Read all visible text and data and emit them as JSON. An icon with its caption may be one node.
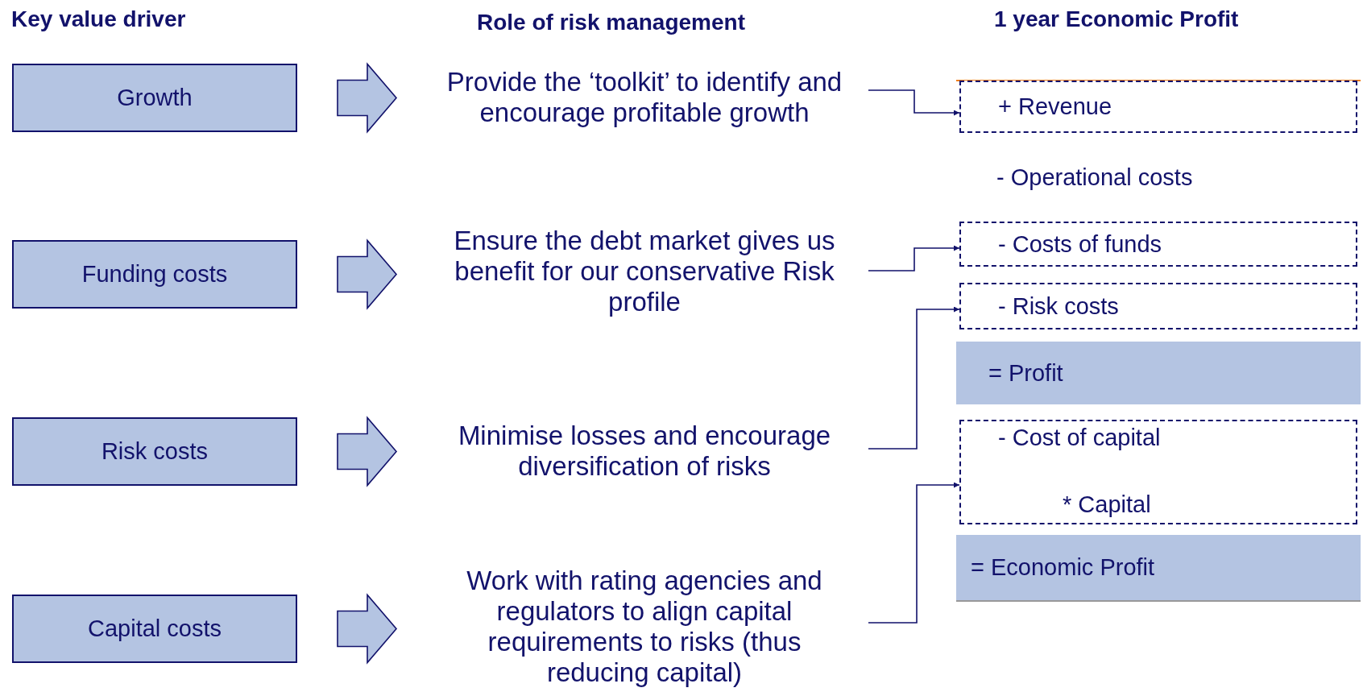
{
  "diagram": {
    "nodes": [
      {
        "text": [
          "Growth"
        ]
      },
      {
        "text": [
          "Funding costs"
        ]
      },
      {
        "text": [
          "Risk costs"
        ]
      },
      {
        "text": [
          "Capital costs"
        ]
      },
      {
        "text": [
          "Provide the ‘toolkit’ to identify and encourage profitable growth"
        ]
      },
      {
        "text": [
          "Ensure the debt market gives us benefit for our conservative Risk profile"
        ]
      },
      {
        "text": [
          "Minimise losses and encourage diversification of risks"
        ]
      },
      {
        "text": [
          "Work with rating agencies and regulators to align capital requirements to risks (thus reducing capital)"
        ]
      },
      {
        "text": [
          "+ Revenue"
        ]
      },
      {
        "text": [
          "- Costs of funds"
        ]
      },
      {
        "text": [
          "- Risk costs"
        ]
      },
      {
        "text": [
          "=  Profit"
        ]
      },
      {
        "text": [
          "- Cost of capital",
          "* Capital"
        ]
      },
      {
        "text": [
          "= Economic Profit"
        ]
      }
    ],
    "edges": [
      {
        "from": 0,
        "to": 4,
        "arrow": "to"
      },
      {
        "from": 1,
        "to": 5,
        "arrow": "to"
      },
      {
        "from": 2,
        "to": 6,
        "arrow": "to"
      },
      {
        "from": 3,
        "to": 7,
        "arrow": "to"
      },
      {
        "from": 4,
        "to": 8,
        "arrow": "to"
      },
      {
        "from": 5,
        "to": 9,
        "arrow": "to"
      },
      {
        "from": 6,
        "to": 10,
        "arrow": "to"
      },
      {
        "from": 7,
        "to": 12,
        "arrow": "to"
      }
    ],
    "labels": [
      "Key value driver",
      "Role of risk management",
      "1 year Economic Profit",
      "- Operational costs"
    ]
  }
}
